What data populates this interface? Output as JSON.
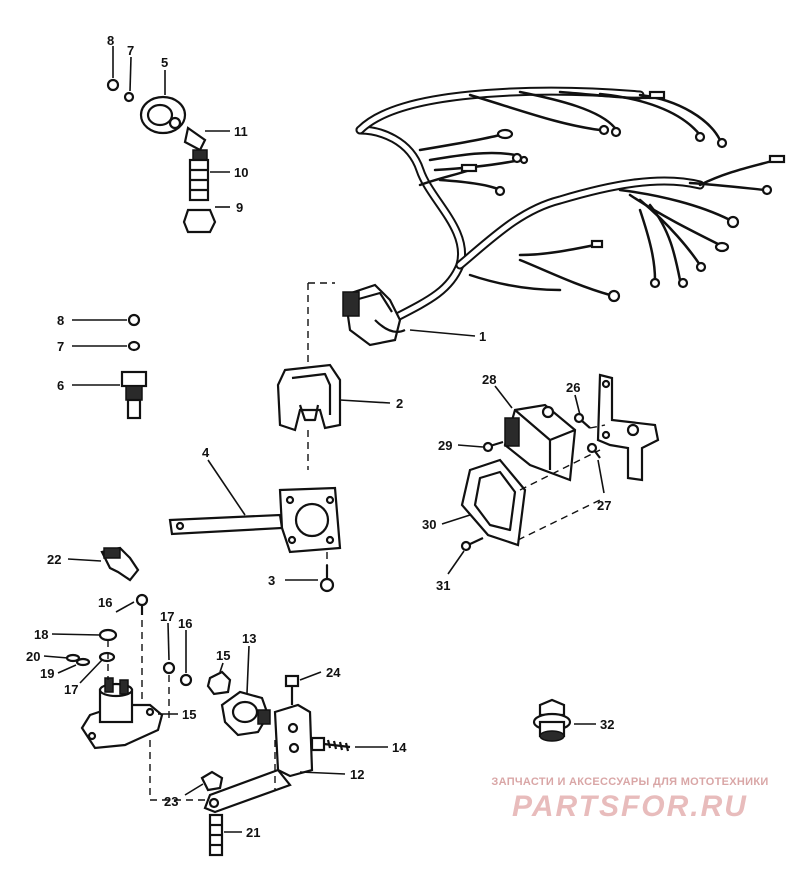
{
  "callouts": [
    {
      "id": "c1",
      "text": "1"
    },
    {
      "id": "c2",
      "text": "2"
    },
    {
      "id": "c3",
      "text": "3"
    },
    {
      "id": "c4",
      "text": "4"
    },
    {
      "id": "c5",
      "text": "5"
    },
    {
      "id": "c6",
      "text": "6"
    },
    {
      "id": "c7a",
      "text": "7"
    },
    {
      "id": "c7b",
      "text": "7"
    },
    {
      "id": "c8a",
      "text": "8"
    },
    {
      "id": "c8b",
      "text": "8"
    },
    {
      "id": "c9",
      "text": "9"
    },
    {
      "id": "c10",
      "text": "10"
    },
    {
      "id": "c11",
      "text": "11"
    },
    {
      "id": "c12",
      "text": "12"
    },
    {
      "id": "c13",
      "text": "13"
    },
    {
      "id": "c14",
      "text": "14"
    },
    {
      "id": "c15a",
      "text": "15"
    },
    {
      "id": "c15b",
      "text": "15"
    },
    {
      "id": "c16a",
      "text": "16"
    },
    {
      "id": "c16b",
      "text": "16"
    },
    {
      "id": "c17a",
      "text": "17"
    },
    {
      "id": "c17b",
      "text": "17"
    },
    {
      "id": "c18",
      "text": "18"
    },
    {
      "id": "c19",
      "text": "19"
    },
    {
      "id": "c20",
      "text": "20"
    },
    {
      "id": "c21",
      "text": "21"
    },
    {
      "id": "c22",
      "text": "22"
    },
    {
      "id": "c23",
      "text": "23"
    },
    {
      "id": "c24",
      "text": "24"
    },
    {
      "id": "c26",
      "text": "26"
    },
    {
      "id": "c27",
      "text": "27"
    },
    {
      "id": "c28",
      "text": "28"
    },
    {
      "id": "c29",
      "text": "29"
    },
    {
      "id": "c30",
      "text": "30"
    },
    {
      "id": "c31",
      "text": "31"
    },
    {
      "id": "c32",
      "text": "32"
    }
  ],
  "watermark": {
    "tagline": "ЗАПЧАСТИ И АКСЕССУАРЫ ДЛЯ МОТОТЕХНИКИ",
    "brand": "PARTSFOR.RU"
  }
}
